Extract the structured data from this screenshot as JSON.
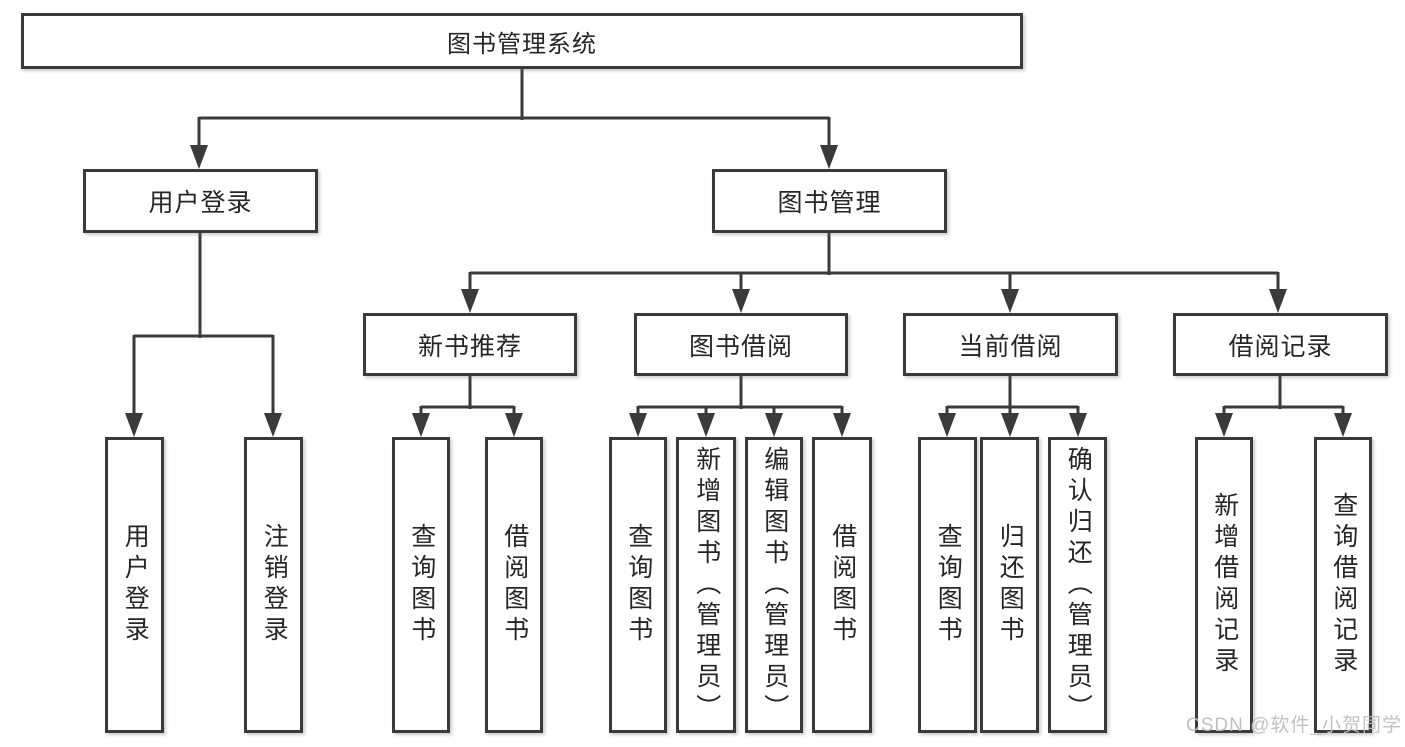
{
  "diagram": {
    "root": {
      "label": "图书管理系统"
    },
    "level2": [
      {
        "id": "user-login",
        "label": "用户登录"
      },
      {
        "id": "book-management",
        "label": "图书管理"
      }
    ],
    "level3": [
      {
        "id": "new-book-recommend",
        "label": "新书推荐"
      },
      {
        "id": "book-borrowing",
        "label": "图书借阅"
      },
      {
        "id": "current-borrowing",
        "label": "当前借阅"
      },
      {
        "id": "borrowing-records",
        "label": "借阅记录"
      }
    ],
    "leaves": [
      {
        "parent": "user-login",
        "label": "用户登录"
      },
      {
        "parent": "user-login",
        "label": "注销登录"
      },
      {
        "parent": "new-book-recommend",
        "label": "查询图书"
      },
      {
        "parent": "new-book-recommend",
        "label": "借阅图书"
      },
      {
        "parent": "book-borrowing",
        "label": "查询图书"
      },
      {
        "parent": "book-borrowing",
        "label": "新增图书（管理员）"
      },
      {
        "parent": "book-borrowing",
        "label": "编辑图书（管理员）"
      },
      {
        "parent": "book-borrowing",
        "label": "借阅图书"
      },
      {
        "parent": "current-borrowing",
        "label": "查询图书"
      },
      {
        "parent": "current-borrowing",
        "label": "归还图书"
      },
      {
        "parent": "current-borrowing",
        "label": "确认归还（管理员）"
      },
      {
        "parent": "borrowing-records",
        "label": "新增借阅记录"
      },
      {
        "parent": "borrowing-records",
        "label": "查询借阅记录"
      }
    ],
    "watermark": "CSDN @软件_小贺同学",
    "colors": {
      "line": "#3a3a3a",
      "text": "#262626",
      "background": "#ffffff",
      "watermark": "#bebebe"
    }
  }
}
